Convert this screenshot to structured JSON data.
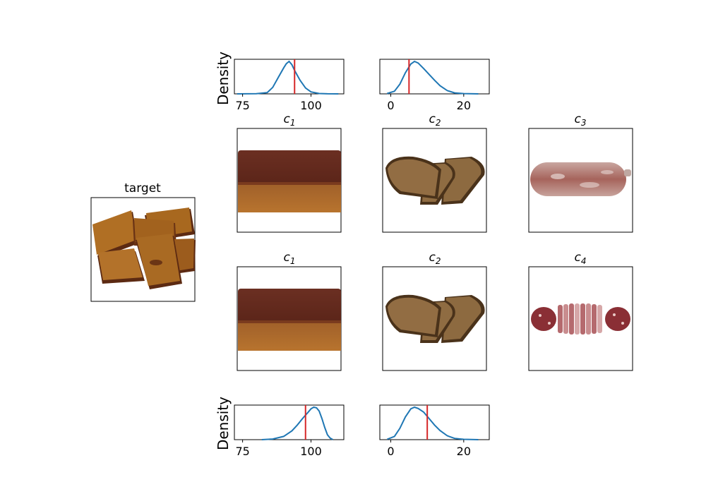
{
  "chart_data": [
    {
      "type": "line",
      "xlabel": "",
      "ylabel": "Density",
      "xlim": [
        72,
        112
      ],
      "xticks": [
        75,
        100
      ],
      "xtick_labels": [
        "75",
        "100"
      ],
      "x": [
        73,
        80,
        84,
        86,
        88,
        90,
        91,
        92,
        93,
        94,
        96,
        98,
        100,
        103,
        106,
        110
      ],
      "y": [
        0.0,
        0.004,
        0.04,
        0.2,
        0.5,
        0.8,
        0.93,
        1.0,
        0.9,
        0.72,
        0.42,
        0.18,
        0.06,
        0.01,
        0.002,
        0.0
      ],
      "marker": 94,
      "color": "#1f77b4",
      "marker_color": "#d62728"
    },
    {
      "type": "line",
      "xlabel": "",
      "ylabel": "",
      "xlim": [
        -3,
        27
      ],
      "xticks": [
        0,
        20
      ],
      "xtick_labels": [
        "0",
        "20"
      ],
      "x": [
        -1,
        1,
        2.5,
        4,
        5.5,
        6.5,
        7.5,
        9,
        10.5,
        12,
        13.5,
        15.5,
        17.5,
        20,
        24
      ],
      "y": [
        0.01,
        0.08,
        0.3,
        0.65,
        0.92,
        1.0,
        0.95,
        0.78,
        0.6,
        0.42,
        0.25,
        0.1,
        0.03,
        0.008,
        0.0
      ],
      "marker": 5,
      "color": "#1f77b4",
      "marker_color": "#d62728"
    },
    {
      "type": "line",
      "xlabel": "",
      "ylabel": "Density",
      "xlim": [
        72,
        112
      ],
      "xticks": [
        75,
        100
      ],
      "xtick_labels": [
        "75",
        "100"
      ],
      "x": [
        82,
        86,
        90,
        93,
        95,
        97,
        99,
        100,
        101,
        102,
        103,
        104,
        105,
        106,
        107,
        108
      ],
      "y": [
        0.0,
        0.02,
        0.1,
        0.27,
        0.45,
        0.66,
        0.85,
        0.95,
        1.0,
        0.98,
        0.88,
        0.65,
        0.38,
        0.15,
        0.05,
        0.0
      ],
      "marker": 98,
      "color": "#1f77b4",
      "marker_color": "#d62728"
    },
    {
      "type": "line",
      "xlabel": "",
      "ylabel": "",
      "xlim": [
        -3,
        27
      ],
      "xticks": [
        0,
        20
      ],
      "xtick_labels": [
        "0",
        "20"
      ],
      "x": [
        -1,
        1,
        2.5,
        4,
        5.5,
        6.5,
        7.5,
        9,
        10.5,
        12,
        13.5,
        15.5,
        17.5,
        20,
        24
      ],
      "y": [
        0.01,
        0.1,
        0.35,
        0.7,
        0.95,
        1.0,
        0.96,
        0.85,
        0.65,
        0.45,
        0.28,
        0.12,
        0.04,
        0.01,
        0.0
      ],
      "marker": 10,
      "color": "#1f77b4",
      "marker_color": "#d62728"
    }
  ],
  "panels": {
    "target": {
      "title": "target",
      "image": "gingerbread-slices"
    },
    "row1": [
      {
        "title_base": "c",
        "title_sub": "1",
        "image": "brown-loaf"
      },
      {
        "title_base": "c",
        "title_sub": "2",
        "image": "bread-slices"
      },
      {
        "title_base": "c",
        "title_sub": "3",
        "image": "whole-salami"
      }
    ],
    "row2": [
      {
        "title_base": "c",
        "title_sub": "1",
        "image": "brown-loaf"
      },
      {
        "title_base": "c",
        "title_sub": "2",
        "image": "bread-slices"
      },
      {
        "title_base": "c",
        "title_sub": "4",
        "image": "sliced-salami"
      }
    ]
  }
}
